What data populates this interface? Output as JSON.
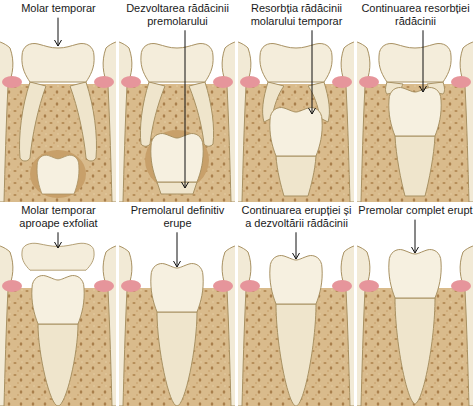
{
  "diagram": {
    "labels": [
      "Molar temporar",
      "Dezvoltarea rădăcinii premolarului",
      "Resorbția rădăcinii molarului temporar",
      "Continuarea resorbției rădăcinii",
      "Molar temporar aproape exfoliat",
      "Premolarul definitiv erupe",
      "Continuarea erupției și a dezvoltării rădăcinii",
      "Premolar complet erupt"
    ]
  }
}
